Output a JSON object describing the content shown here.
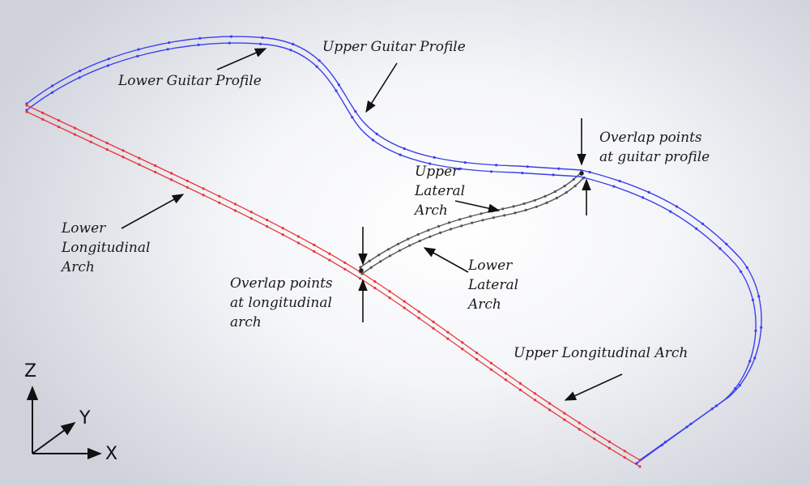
{
  "labels": {
    "upper_guitar_profile": "Upper Guitar Profile",
    "lower_guitar_profile": "Lower Guitar Profile",
    "overlap_guitar": [
      "Overlap points",
      "at guitar profile"
    ],
    "upper_lateral": [
      "Upper",
      "Lateral",
      "Arch"
    ],
    "lower_longitudinal": [
      "Lower",
      "Longitudinal",
      "Arch"
    ],
    "overlap_longitudinal": [
      "Overlap points",
      "at longitudinal",
      "arch"
    ],
    "lower_lateral": [
      "Lower",
      "Lateral",
      "Arch"
    ],
    "upper_longitudinal": "Upper Longitudinal Arch"
  },
  "axes": {
    "z": "Z",
    "y": "Y",
    "x": "X"
  },
  "colors": {
    "guitar_profile": "#3b3ff0",
    "longitudinal_arch": "#e8353b",
    "lateral_arch": "#555555",
    "arrow": "#111111"
  }
}
